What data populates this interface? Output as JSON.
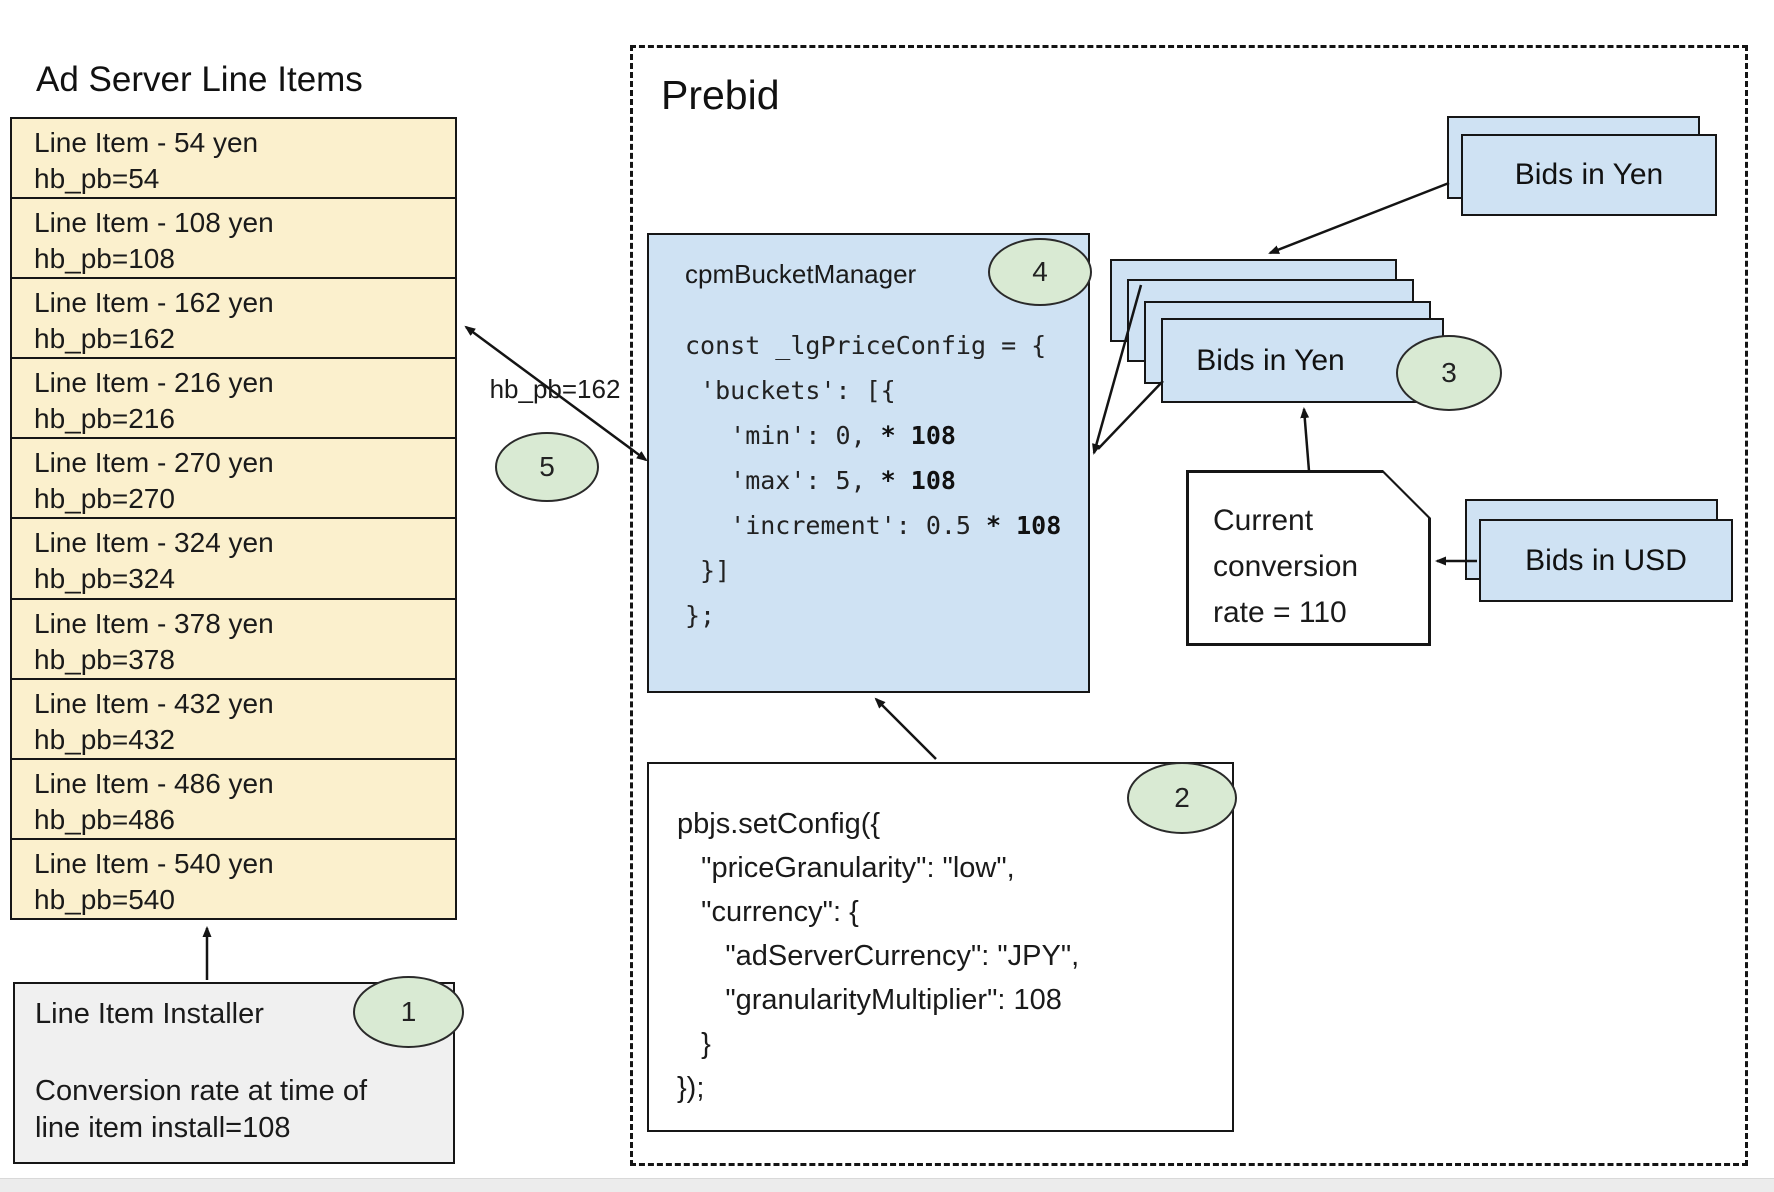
{
  "colors": {
    "card_blue": "#cfe2f3",
    "item_yellow": "#fbf0cd",
    "badge_green": "#d9ead3",
    "installer_gray": "#f0f0f0"
  },
  "ad_server": {
    "title": "Ad Server Line Items",
    "line_items": [
      {
        "title": "Line Item - 54 yen",
        "hb_pb": "hb_pb=54"
      },
      {
        "title": "Line Item - 108 yen",
        "hb_pb": "hb_pb=108"
      },
      {
        "title": "Line Item - 162 yen",
        "hb_pb": "hb_pb=162"
      },
      {
        "title": "Line Item - 216 yen",
        "hb_pb": "hb_pb=216"
      },
      {
        "title": "Line Item - 270 yen",
        "hb_pb": "hb_pb=270"
      },
      {
        "title": "Line Item - 324 yen",
        "hb_pb": "hb_pb=324"
      },
      {
        "title": "Line Item - 378 yen",
        "hb_pb": "hb_pb=378"
      },
      {
        "title": "Line Item - 432 yen",
        "hb_pb": "hb_pb=432"
      },
      {
        "title": "Line Item - 486 yen",
        "hb_pb": "hb_pb=486"
      },
      {
        "title": "Line Item - 540 yen",
        "hb_pb": "hb_pb=540"
      }
    ],
    "installer": {
      "title": "Line Item Installer",
      "note_lines": [
        "Conversion rate at time of",
        "line item install=108"
      ],
      "badge": "1"
    }
  },
  "prebid": {
    "title": "Prebid",
    "cpm_bucket_manager": {
      "title": "cpmBucketManager",
      "badge": "4",
      "code": [
        {
          "pre": "const _lgPriceConfig = {",
          "bold": ""
        },
        {
          "pre": " 'buckets': [{",
          "bold": ""
        },
        {
          "pre": "   'min': 0, ",
          "bold": "* 108"
        },
        {
          "pre": "   'max': 5, ",
          "bold": "* 108"
        },
        {
          "pre": "   'increment': 0.5 ",
          "bold": "* 108"
        },
        {
          "pre": " }]",
          "bold": ""
        },
        {
          "pre": "};",
          "bold": ""
        }
      ]
    },
    "set_config": {
      "badge": "2",
      "lines": [
        "pbjs.setConfig({",
        "   \"priceGranularity\": \"low\",",
        "   \"currency\": {",
        "      \"adServerCurrency\": \"JPY\",",
        "      \"granularityMultiplier\": 108",
        "   }",
        "});"
      ]
    },
    "bids_in_yen_top": {
      "label": "Bids in Yen"
    },
    "bids_in_yen_stack": {
      "label": "Bids in Yen",
      "badge": "3"
    },
    "bids_in_usd": {
      "label": "Bids in USD"
    },
    "conversion_note": {
      "lines": [
        "Current",
        "conversion",
        "rate = 110"
      ]
    }
  },
  "hb_pb_label": "hb_pb=162",
  "badge_5": "5"
}
